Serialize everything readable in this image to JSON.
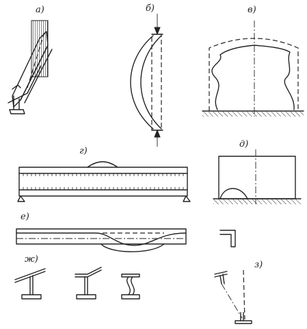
{
  "labels": {
    "a": "а)",
    "b": "б)",
    "v": "в)",
    "g": "г)",
    "d": "д)",
    "e": "е)",
    "zh": "ж)",
    "z": "з)"
  },
  "colors": {
    "ink": "#222222",
    "background": "#ffffff"
  }
}
